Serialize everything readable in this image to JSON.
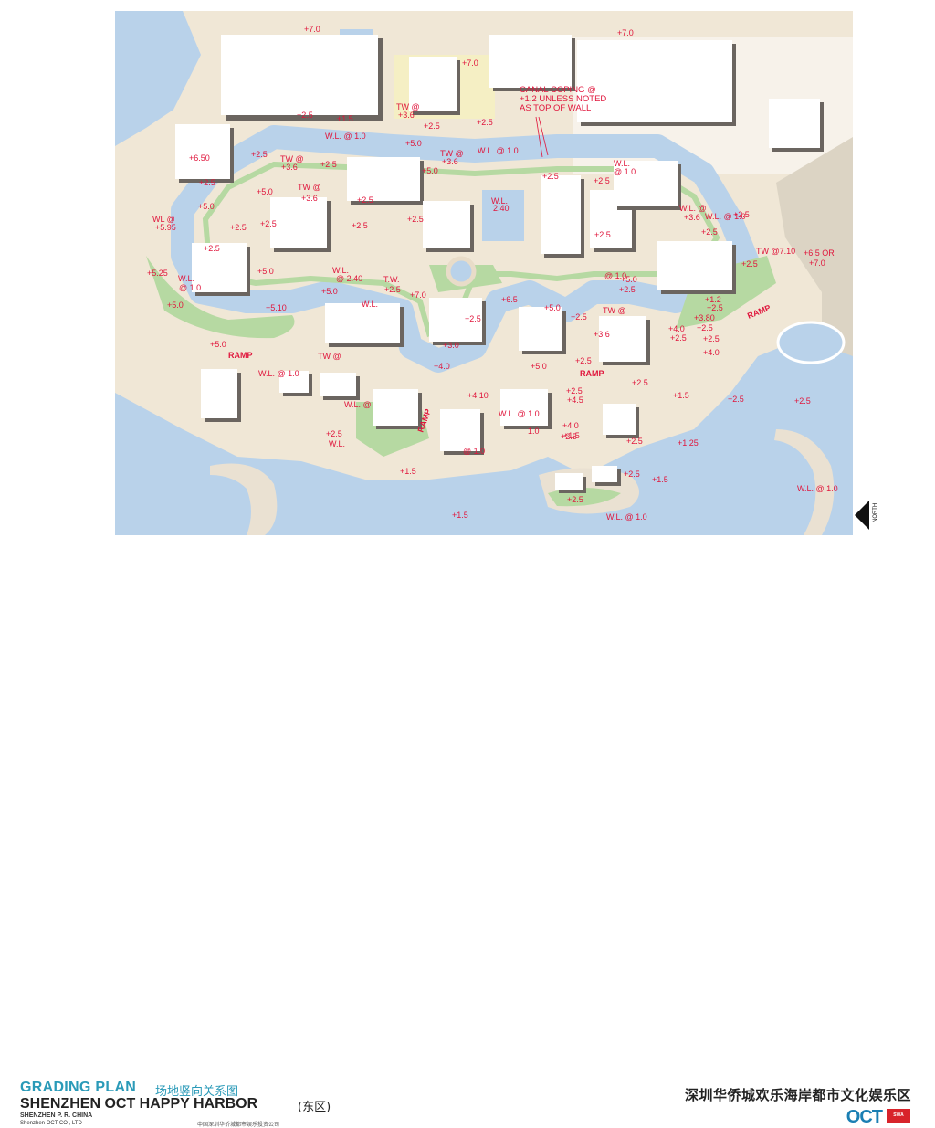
{
  "footer": {
    "title": "GRADING PLAN",
    "title_cn": "场地竖向关系图",
    "project": "SHENZHEN OCT HAPPY HARBOR",
    "project_cn": "(东区)",
    "location": "SHENZHEN P. R. CHINA",
    "company": "Shenzhen OCT CO., LTD",
    "company_cn": "中国深圳华侨城都市娱乐投资公司",
    "project_right": "深圳华侨城欢乐海岸都市文化娱乐区",
    "logo": "OCT",
    "logo_badge": "SWA"
  },
  "north_label": "NORTH",
  "annotations": {
    "canal_note": [
      "CANAL COPING @",
      "+1.2 UNLESS NOTED",
      "AS  TOP OF WALL"
    ],
    "labels": [
      "+7.0",
      "+7.0",
      "+7.0",
      "+2.5",
      "+1.5",
      "TW @",
      "+3.6",
      "+2.5",
      "+2.5",
      "W.L. @ 1.0",
      "+5.0",
      "TW @",
      "+3.6",
      "W.L. @ 1.0",
      "+2.5",
      "+5.0",
      "+2.5",
      "TW @",
      "+3.6",
      "+6.50",
      "W.L.",
      "@ 1.0",
      "+2.5",
      "+2.5",
      "TW @",
      "+3.6",
      "+2.5",
      "+2.5",
      "W.L. @ 1.0",
      "W.L. @",
      "+3.6",
      "+2.5",
      "+5.0",
      "+5.0",
      "WL @",
      "+5.95",
      "+2.5",
      "+2.5",
      "+2.5",
      "+2.5",
      "W.L.",
      "2.40",
      "+2.5",
      "+2.5",
      "TW @7.10",
      "+6.5 OR",
      "+7.0",
      "+2.5",
      "+5.25",
      "W.L.",
      "@ 1.0",
      "W.L.",
      "@ 2.40",
      "T.W.",
      "+2.5",
      "+5.0",
      "+5.0",
      "+7.0",
      "+2.5",
      "+5.0",
      "W.L.",
      "@ 1.0",
      "+5.0",
      "+2.5",
      "+6.5",
      "+5.0",
      "+1.2",
      "+2.5",
      "+5.10",
      "+3.80",
      "+2.5",
      "+2.5",
      "+2.5",
      "+2.5",
      "TW @",
      "+3.6",
      "+4.0",
      "+2.5",
      "+5.0",
      "+3.0",
      "+4.0",
      "W.L. @ 1.0",
      "+2.5",
      "+4.0",
      "+5.0",
      "+2.5",
      "TW @",
      "+4.10",
      "+2.5",
      "+4.5",
      "W.L. @ 1.0",
      "+1.5",
      "+2.5",
      "+2.5",
      "W.L. @",
      "1.0",
      "+2.5",
      "+2.5",
      "W.L.",
      "@ 1.0",
      "+4.0",
      "+1.5",
      "+2.5",
      "+1.25",
      "+2.5",
      "+1.5",
      "+1.5",
      "+2.5",
      "W.L. @ 1.0",
      "+1.5",
      "W.L. @ 1.0"
    ],
    "ramps": [
      "RAMP",
      "RAMP",
      "RAMP",
      "RAMP"
    ]
  },
  "colors": {
    "water": "#b9d2ea",
    "ground": "#f0e7d6",
    "paving": "#eae1d2",
    "lawn": "#b6d9a2",
    "building": "#ffffff",
    "shadow": "#6b6560",
    "label": "#e0163c",
    "title_blue": "#2a9ab8",
    "logo_blue": "#1b7fb3"
  }
}
